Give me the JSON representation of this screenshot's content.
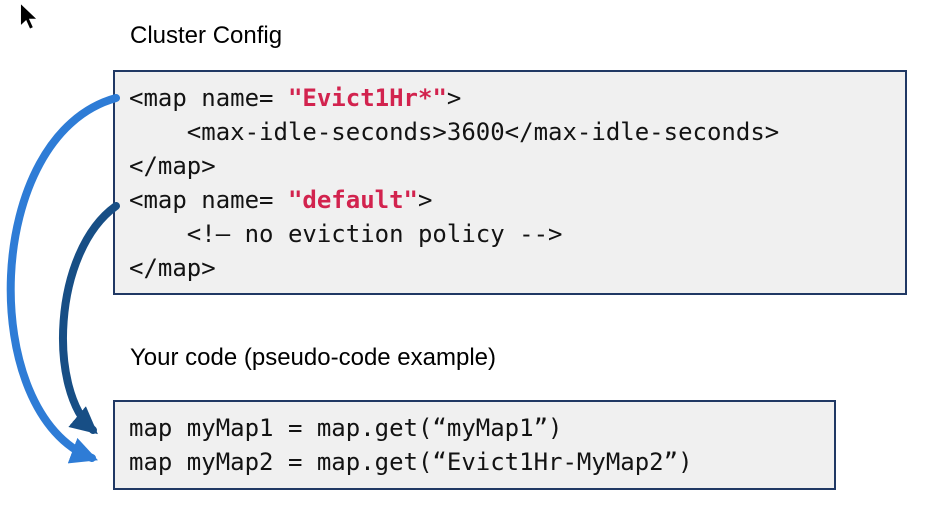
{
  "sections": {
    "cluster_config": {
      "title": "Cluster Config",
      "code": {
        "line1": {
          "a": "<map name= ",
          "b": "\"Evict1Hr*\"",
          "c": ">"
        },
        "line2": "    <max-idle-seconds>3600</max-idle-seconds>",
        "line3": "</map>",
        "line4": {
          "a": "<map name= ",
          "b": "\"default\"",
          "c": ">"
        },
        "line5": "    <!– no eviction policy -->",
        "line6": "</map>"
      }
    },
    "your_code": {
      "title": "Your code (pseudo-code example)",
      "code": {
        "line1": "map myMap1 = map.get(“myMap1”)",
        "line2": "map myMap2 = map.get(“Evict1Hr-MyMap2”)"
      }
    }
  },
  "arrows": {
    "evict1hr_to_mymap2": "maps Evict1Hr* config to Evict1Hr-MyMap2",
    "default_to_mymap1": "maps default config to myMap1"
  },
  "colors": {
    "highlight_red": "#d2234e",
    "box_border": "#203864",
    "box_background": "#f0f0f0",
    "arrow_light_blue": "#2e7cd6",
    "arrow_dark_blue": "#174e85",
    "code_text": "#131313"
  }
}
